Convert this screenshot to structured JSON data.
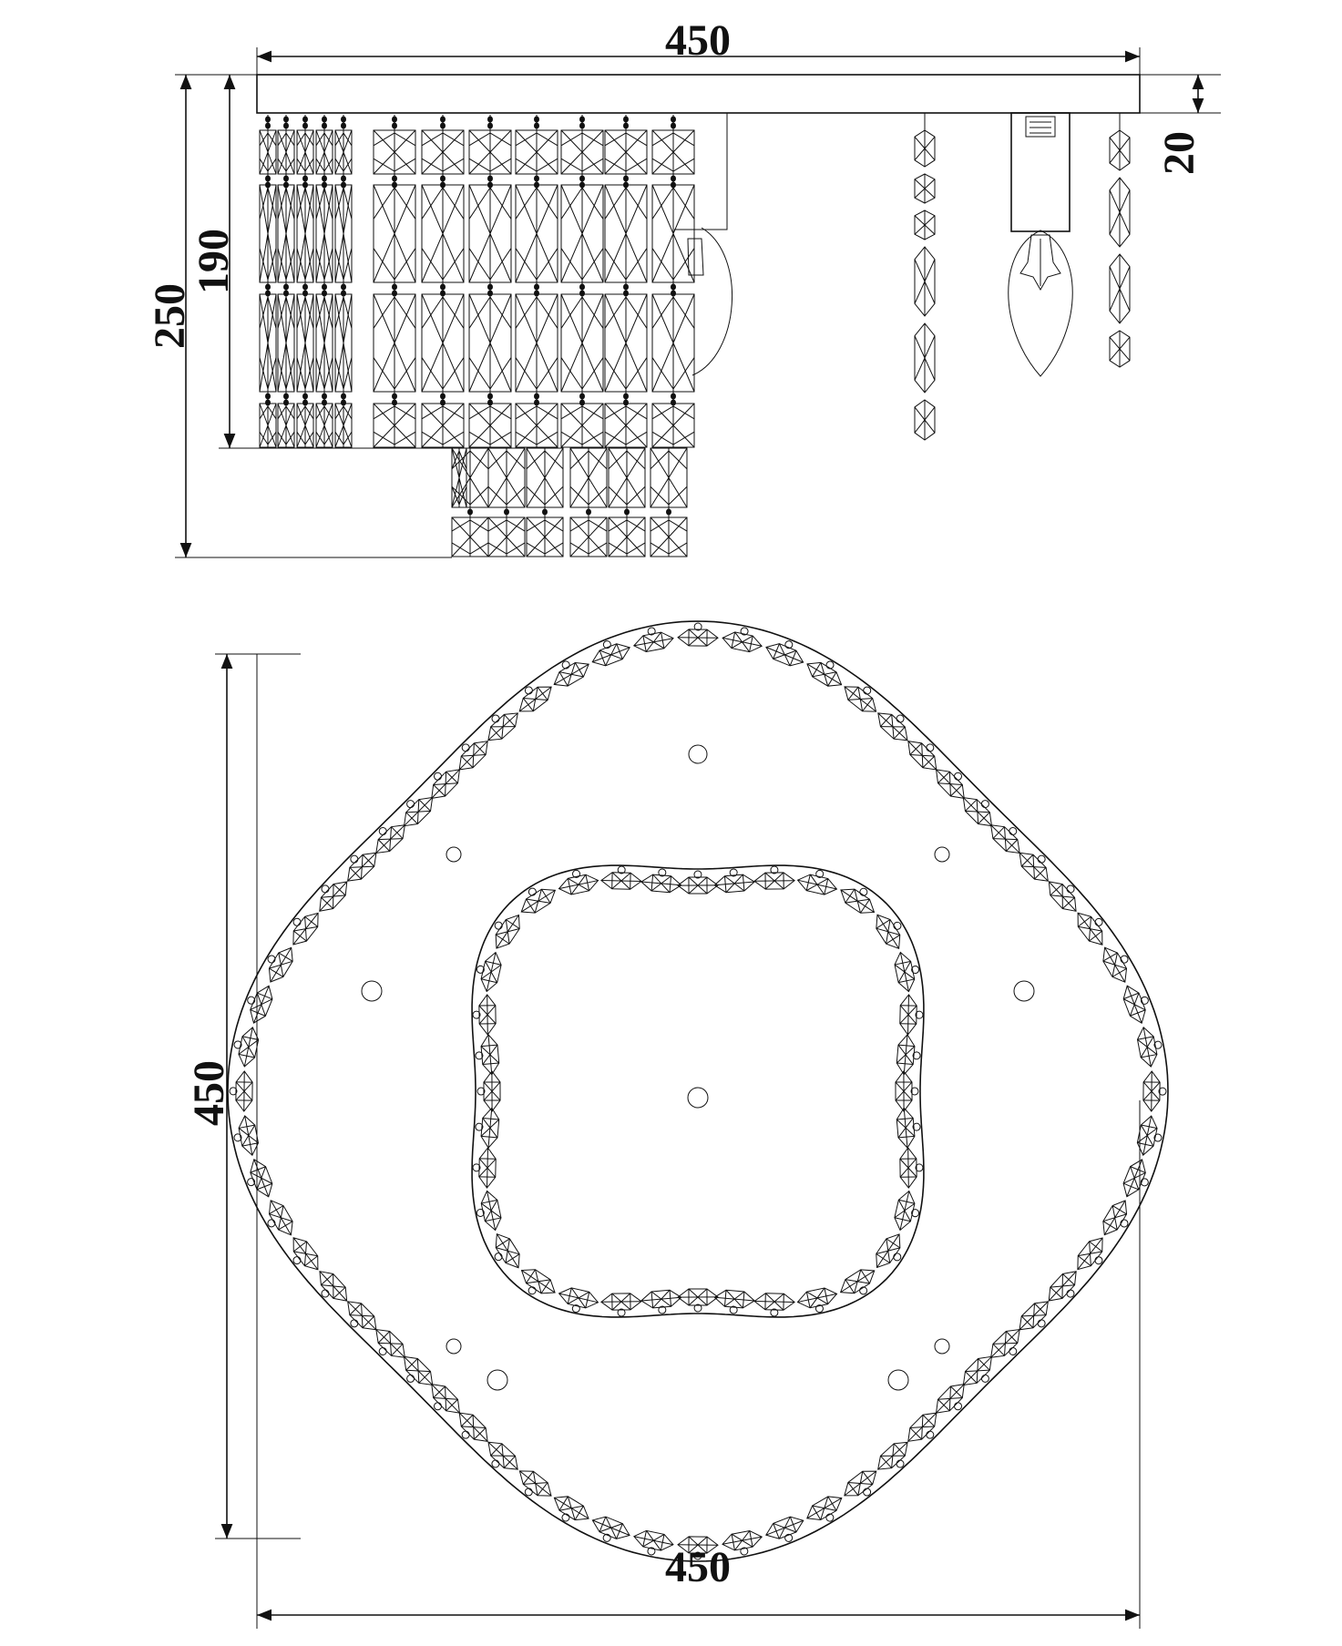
{
  "side_view": {
    "width_label": "450",
    "overall_height_label": "250",
    "body_height_label": "190",
    "canopy_label": "20"
  },
  "plan_view": {
    "height_label": "450",
    "width_label": "450"
  },
  "colors": {
    "line": "#111111",
    "background": "#ffffff"
  }
}
